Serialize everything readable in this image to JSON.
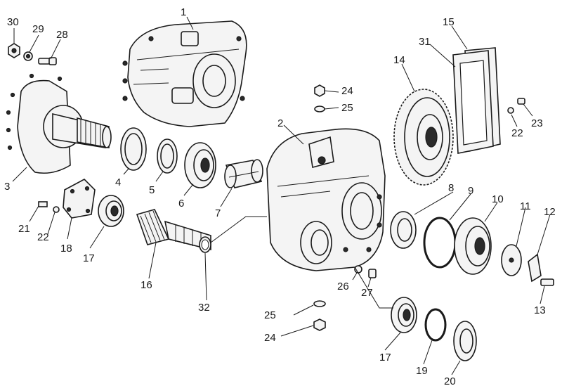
{
  "callouts": [
    {
      "id": "c1",
      "text": "1"
    },
    {
      "id": "c2",
      "text": "2"
    },
    {
      "id": "c3",
      "text": "3"
    },
    {
      "id": "c4",
      "text": "4"
    },
    {
      "id": "c5",
      "text": "5"
    },
    {
      "id": "c6",
      "text": "6"
    },
    {
      "id": "c7",
      "text": "7"
    },
    {
      "id": "c8",
      "text": "8"
    },
    {
      "id": "c9",
      "text": "9"
    },
    {
      "id": "c10",
      "text": "10"
    },
    {
      "id": "c11",
      "text": "11"
    },
    {
      "id": "c12",
      "text": "12"
    },
    {
      "id": "c13",
      "text": "13"
    },
    {
      "id": "c14",
      "text": "14"
    },
    {
      "id": "c15",
      "text": "15"
    },
    {
      "id": "c16",
      "text": "16"
    },
    {
      "id": "c17a",
      "text": "17"
    },
    {
      "id": "c17b",
      "text": "17"
    },
    {
      "id": "c18",
      "text": "18"
    },
    {
      "id": "c19",
      "text": "19"
    },
    {
      "id": "c20",
      "text": "20"
    },
    {
      "id": "c21",
      "text": "21"
    },
    {
      "id": "c22a",
      "text": "22"
    },
    {
      "id": "c22b",
      "text": "22"
    },
    {
      "id": "c23",
      "text": "23"
    },
    {
      "id": "c24a",
      "text": "24"
    },
    {
      "id": "c24b",
      "text": "24"
    },
    {
      "id": "c25a",
      "text": "25"
    },
    {
      "id": "c25b",
      "text": "25"
    },
    {
      "id": "c26",
      "text": "26"
    },
    {
      "id": "c27",
      "text": "27"
    },
    {
      "id": "c28",
      "text": "28"
    },
    {
      "id": "c29",
      "text": "29"
    },
    {
      "id": "c30",
      "text": "30"
    },
    {
      "id": "c31",
      "text": "31"
    },
    {
      "id": "c32",
      "text": "32"
    }
  ]
}
